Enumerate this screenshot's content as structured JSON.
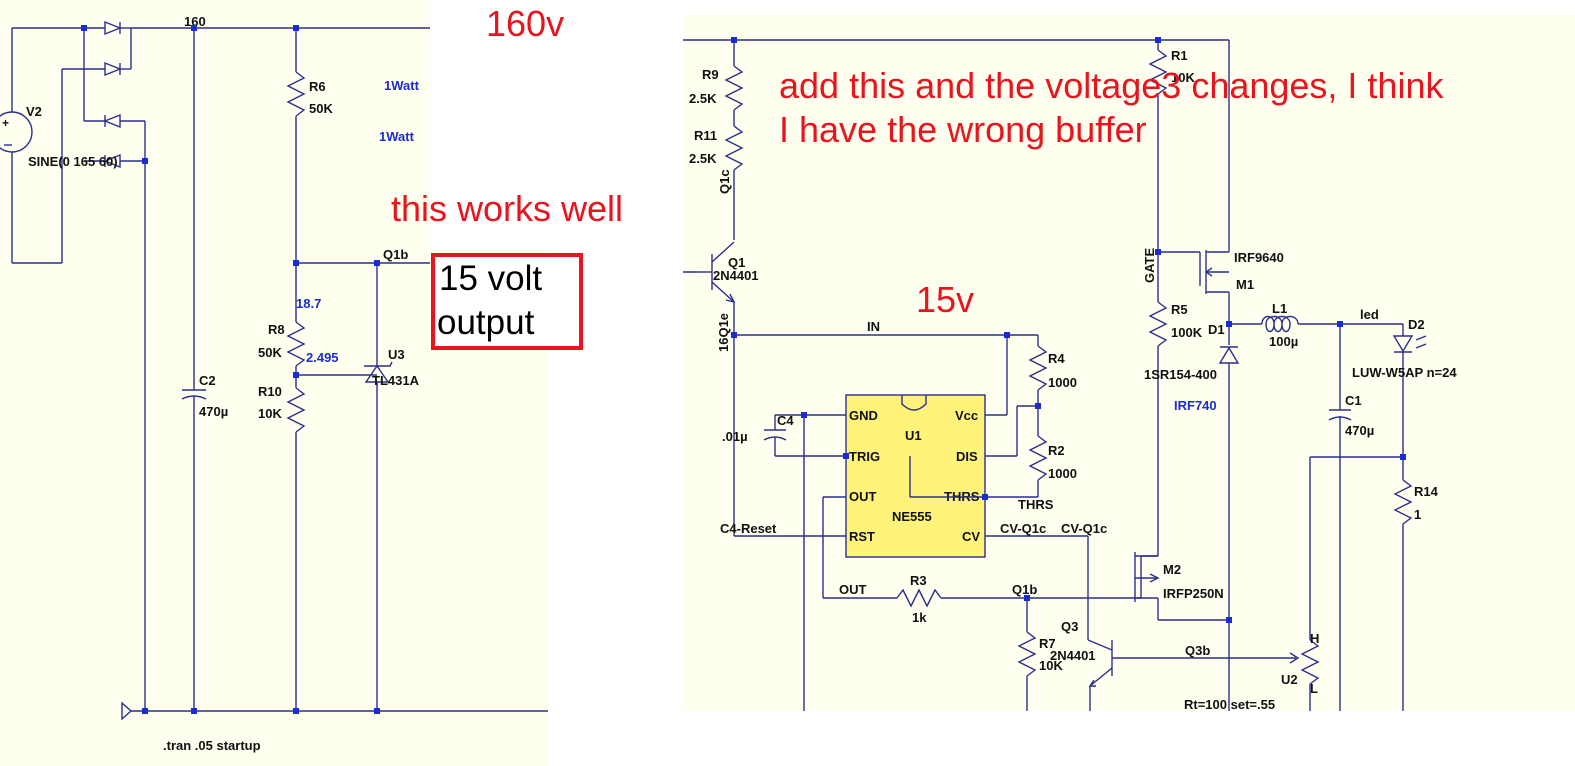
{
  "colors": {
    "wire": "#2b2f8f",
    "node": "#1a2ccf",
    "annotation": "#e8141e",
    "ic_fill": "#fff37a",
    "background": "#fffff0"
  },
  "left": {
    "components": {
      "v2_name": "V2",
      "v2_value": "SINE(0 165 60)",
      "r6_name": "R6",
      "r6_value": "50K",
      "r8_name": "R8",
      "r8_value": "50K",
      "r10_name": "R10",
      "r10_value": "10K",
      "c2_name": "C2",
      "c2_value": "470µ",
      "u3_name": "U3",
      "u3_value": "TL431A"
    },
    "nets": {
      "n160": "160",
      "n18_7": "18.7",
      "n2_495": "2.495",
      "q1b": "Q1b"
    },
    "watt_1": "1Watt",
    "watt_2": "1Watt",
    "directive": ".tran .05 startup",
    "annotations": {
      "voltage_160": "160v",
      "works_well": "this works well",
      "output_line1": "15 volt",
      "output_line2": "output"
    }
  },
  "right": {
    "components": {
      "r1_name": "R1",
      "r1_value": "10K",
      "r9_name": "R9",
      "r9_value": "2.5K",
      "r11_name": "R11",
      "r11_value": "2.5K",
      "q1_name": "Q1",
      "q1_value": "2N4401",
      "r4_name": "R4",
      "r4_value": "1000",
      "r2_name": "R2",
      "r2_value": "1000",
      "c4_name": "C4",
      "c4_value": ".01µ",
      "u1_name": "U1",
      "u1_value": "NE555",
      "u1_pin_gnd": "GND",
      "u1_pin_vcc": "Vcc",
      "u1_pin_trig": "TRIG",
      "u1_pin_dis": "DIS",
      "u1_pin_out": "OUT",
      "u1_pin_thrs": "THRS",
      "u1_pin_rst": "RST",
      "u1_pin_cv": "CV",
      "m1_name": "M1",
      "m1_value": "IRF9640",
      "r5_name": "R5",
      "r5_value": "100K",
      "d1_name": "D1",
      "d1_value": "1SR154-400",
      "d1_note": "IRF740",
      "l1_name": "L1",
      "l1_value": "100µ",
      "d2_name": "D2",
      "d2_value": "LUW-W5AP n=24",
      "c1_name": "C1",
      "c1_value": "470µ",
      "r14_name": "R14",
      "r14_value": "1",
      "m2_name": "M2",
      "m2_value": "IRFP250N",
      "r3_name": "R3",
      "r3_value": "1k",
      "r7_name": "R7",
      "r7_value": "10K",
      "q3_name": "Q3",
      "q3_value": "2N4401",
      "u2_name": "U2",
      "u2_h": "H",
      "u2_l": "L",
      "u2_value": "Rt=100 set=.55"
    },
    "nets": {
      "q1c": "Q1c",
      "q1e": "16Q1e",
      "in": "IN",
      "gate": "GATE",
      "led": "led",
      "thrs": "THRS",
      "c4_reset": "C4-Reset",
      "cv_q1c_a": "CV-Q1c",
      "cv_q1c_b": "CV-Q1c",
      "out": "OUT",
      "q1b": "Q1b",
      "q3b": "Q3b"
    },
    "annotations": {
      "add_line1": "add this and the voltage3 changes, I think",
      "add_line2": "I have the wrong buffer",
      "voltage_15": "15v"
    }
  }
}
